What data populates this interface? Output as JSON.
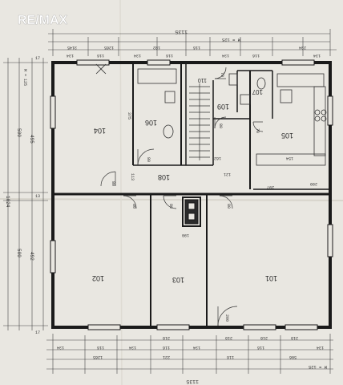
{
  "brand": {
    "logo_text": "RE/MAX",
    "color": "#ffffff"
  },
  "colors": {
    "paper": "#e9e7e1",
    "ink": "#1a1a1a",
    "line": "#444444"
  },
  "rooms": [
    {
      "id": "room-101",
      "label": "101"
    },
    {
      "id": "room-102",
      "label": "102"
    },
    {
      "id": "room-103",
      "label": "103"
    },
    {
      "id": "room-104",
      "label": "104"
    },
    {
      "id": "room-105",
      "label": "105"
    },
    {
      "id": "room-106",
      "label": "106"
    },
    {
      "id": "room-107",
      "label": "107"
    },
    {
      "id": "room-108",
      "label": "108"
    },
    {
      "id": "room-109",
      "label": "109"
    },
    {
      "id": "room-110",
      "label": "110"
    }
  ],
  "dimensions": {
    "top_overall": "1135",
    "bottom_overall": "1135",
    "left_overall": "1024",
    "left_upper": "500",
    "left_lower": "500",
    "inner_upper": "495",
    "inner_lower": "492",
    "top_scale": "M = 125",
    "bottom_scale": "M = 125",
    "left_scale": "M = 125",
    "top_segments": [
      "134",
      "116",
      "134",
      "116",
      "134",
      "116",
      "134"
    ],
    "top_segments_2": [
      "3145",
      "1265",
      "182",
      "116",
      "234"
    ],
    "bottom_segments": [
      "134",
      "116",
      "134",
      "116",
      "134",
      "116",
      "134"
    ],
    "bottom_segments_2": [
      "1265",
      "221",
      "116",
      "506"
    ],
    "bottom_segments_3": [
      "210",
      "210",
      "210",
      "210"
    ],
    "side_marks": [
      "17",
      "13",
      "17"
    ]
  },
  "doors": [
    "80",
    "80",
    "80",
    "80",
    "80",
    "80",
    "70",
    "70",
    "200"
  ],
  "small_labels": [
    "113",
    "375",
    "190",
    "299",
    "297",
    "154",
    "162",
    "121"
  ]
}
